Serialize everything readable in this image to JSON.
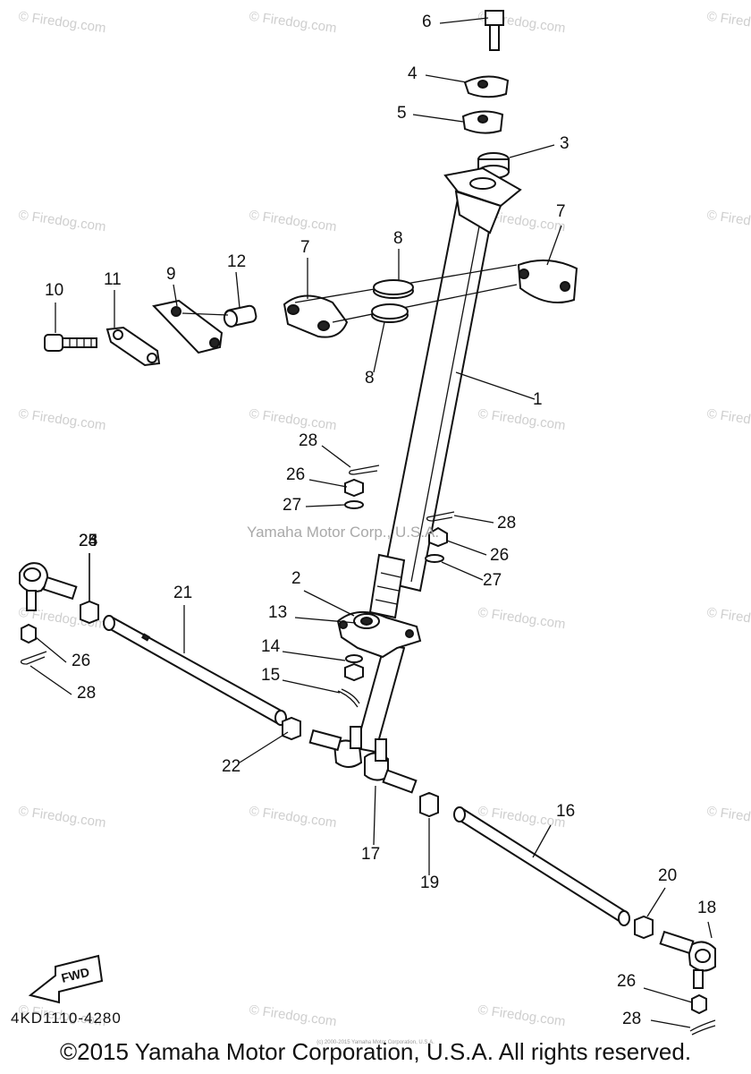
{
  "watermark": "© Firedog.com",
  "center_watermark": "Yamaha Motor Corp., U.S.A.",
  "fwd_label": "FWD",
  "diagram_code": "4KD1110-4280",
  "copyright": "©2015 Yamaha Motor Corporation, U.S.A. All rights reserved.",
  "tiny_note": "(c) 2000-2015 Yamaha Motor Corporation, U.S.A.",
  "callouts": [
    "1",
    "2",
    "3",
    "4",
    "5",
    "6",
    "7",
    "7",
    "8",
    "8",
    "9",
    "10",
    "11",
    "12",
    "13",
    "14",
    "15",
    "16",
    "17",
    "18",
    "19",
    "20",
    "21",
    "22",
    "23",
    "24",
    "25",
    "26",
    "26",
    "26",
    "26",
    "27",
    "27",
    "28",
    "28",
    "28",
    "28"
  ]
}
